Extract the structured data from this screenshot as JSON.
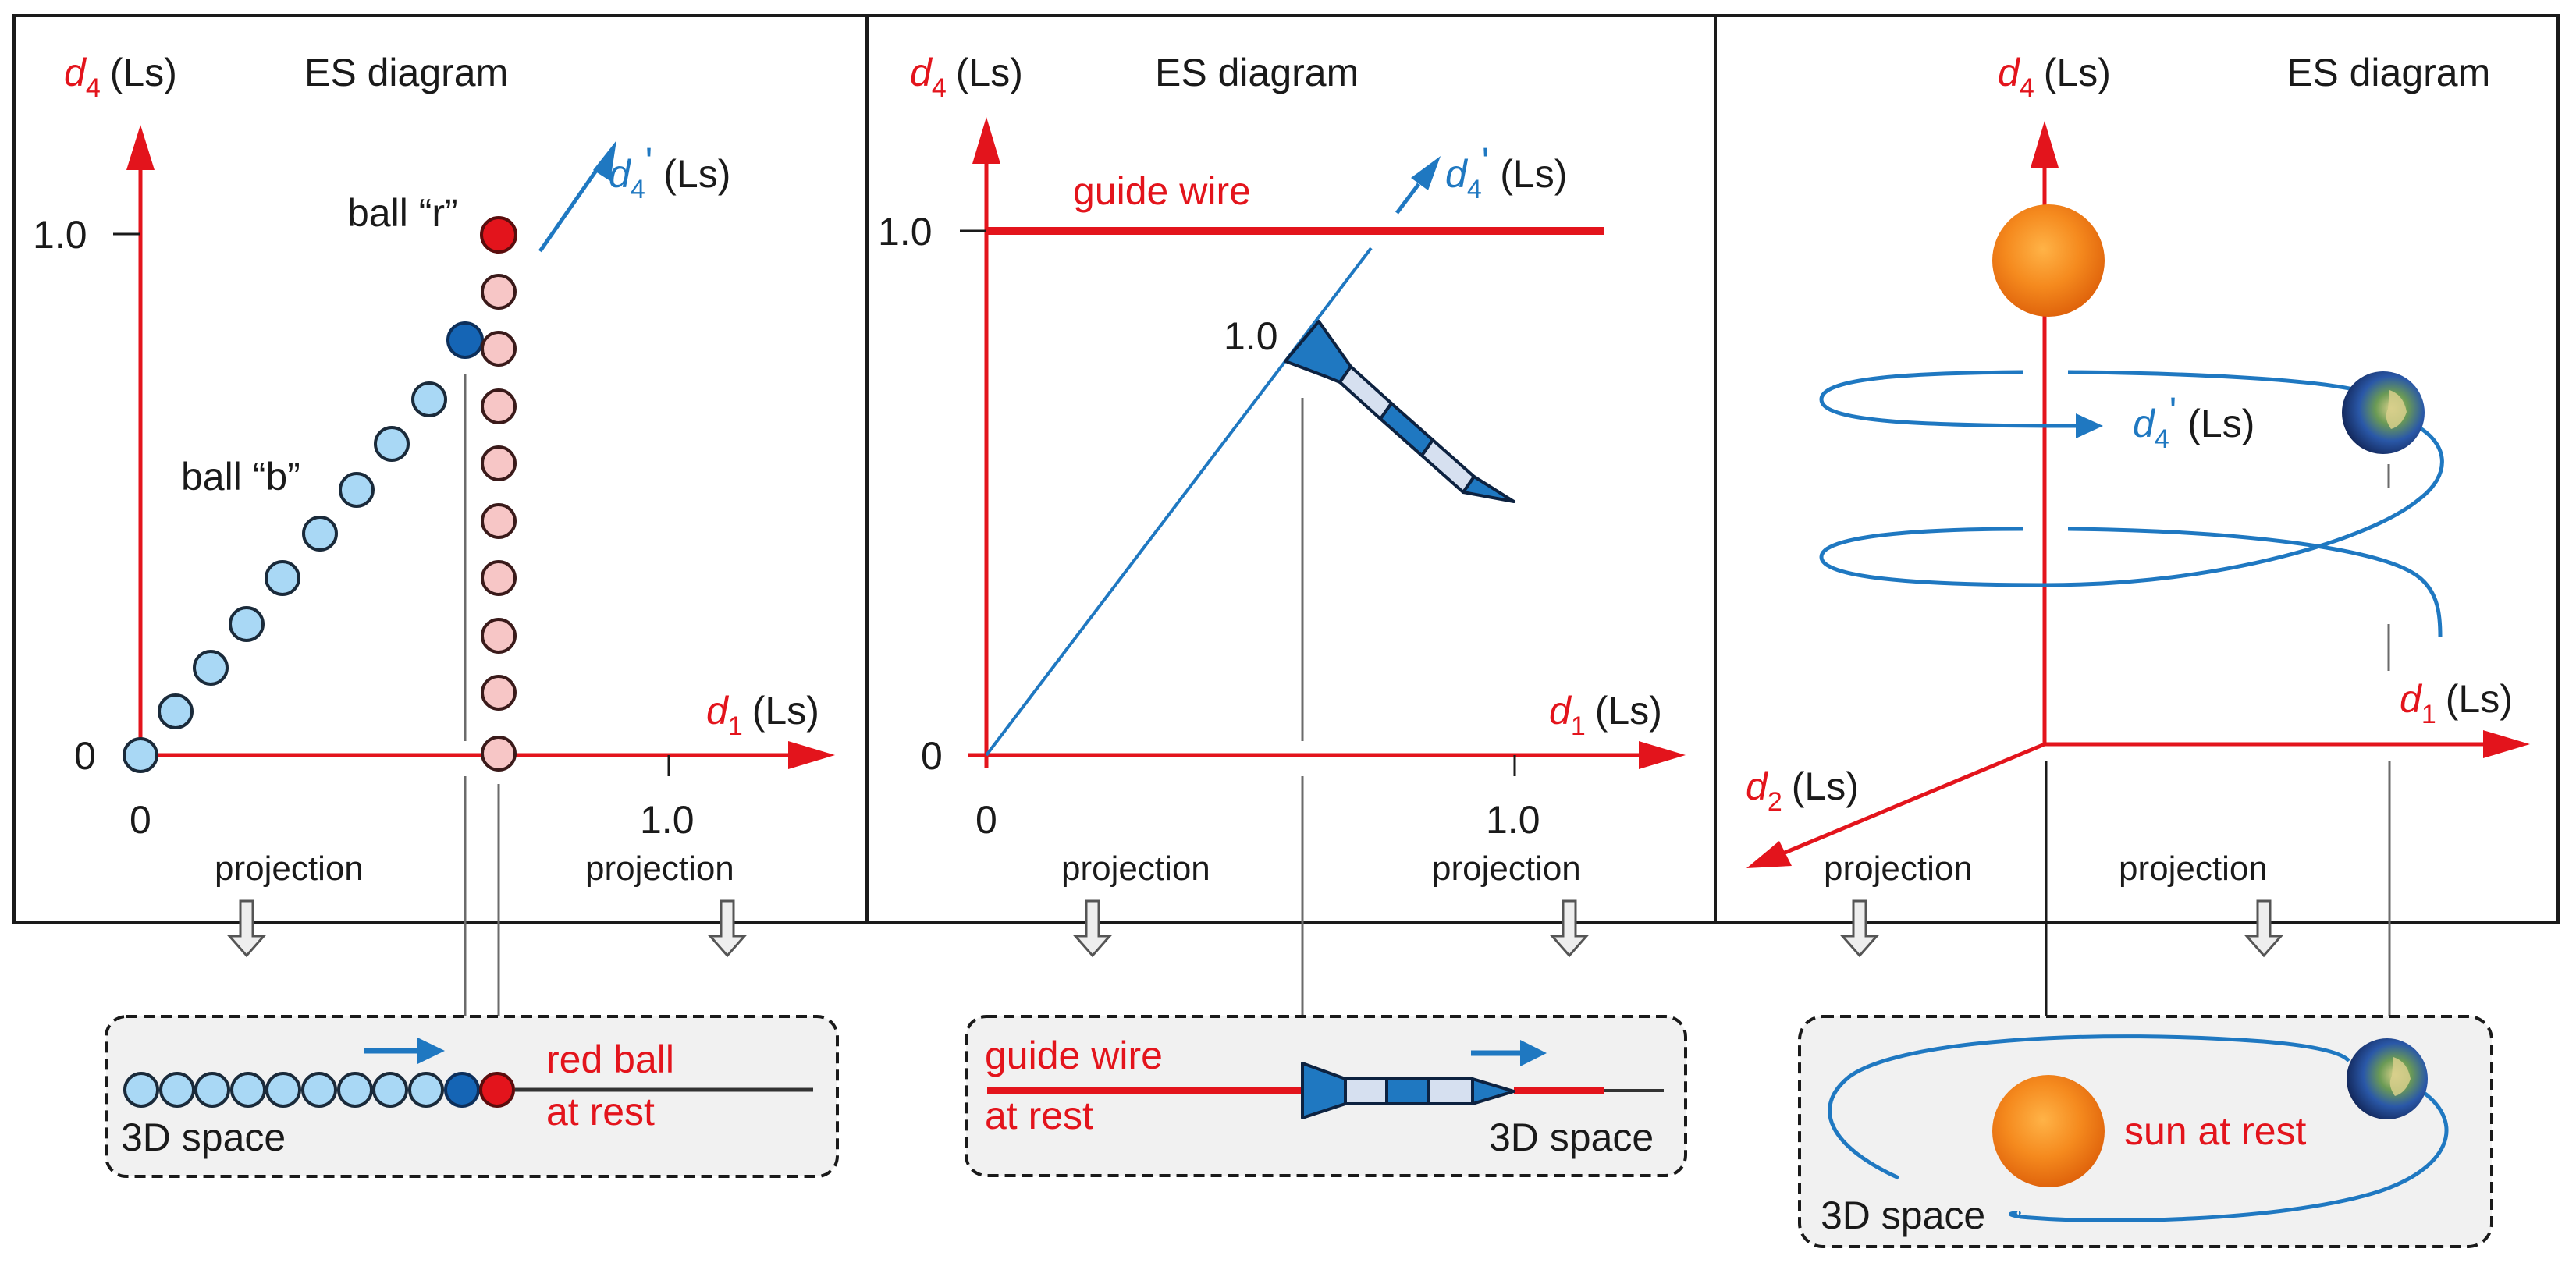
{
  "figure": {
    "panels": [
      {
        "id": "balls",
        "title": "ES diagram",
        "axes": {
          "vertical": {
            "symbol": "d",
            "subscript": "4",
            "unit": "(Ls)"
          },
          "horizontal": {
            "symbol": "d",
            "subscript": "1",
            "unit": "(Ls)"
          },
          "tilted": {
            "symbol": "d",
            "subscript": "4",
            "prime": "'",
            "unit": "(Ls)"
          }
        },
        "ticks": {
          "y_zero": "0",
          "y_one": "1.0",
          "x_zero": "0",
          "x_one": "1.0"
        },
        "labels": {
          "ball_r": "ball “r”",
          "ball_b": "ball “b”"
        },
        "projection_labels": [
          "projection",
          "projection"
        ],
        "space_box": {
          "label": "3D space",
          "note_line1": "red ball",
          "note_line2": "at rest"
        }
      },
      {
        "id": "dart",
        "title": "ES diagram",
        "axes": {
          "vertical": {
            "symbol": "d",
            "subscript": "4",
            "unit": "(Ls)"
          },
          "horizontal": {
            "symbol": "d",
            "subscript": "1",
            "unit": "(Ls)"
          },
          "tilted": {
            "symbol": "d",
            "subscript": "4",
            "prime": "'",
            "unit": "(Ls)"
          }
        },
        "ticks": {
          "y_zero": "0",
          "y_one": "1.0",
          "x_zero": "0",
          "x_one": "1.0",
          "dart_one": "1.0"
        },
        "labels": {
          "guide_wire": "guide wire"
        },
        "projection_labels": [
          "projection",
          "projection"
        ],
        "space_box": {
          "label": "3D space",
          "note_line1": "guide wire",
          "note_line2": "at rest"
        }
      },
      {
        "id": "orbit",
        "title": "ES diagram",
        "axes": {
          "vertical": {
            "symbol": "d",
            "subscript": "4",
            "unit": "(Ls)"
          },
          "horizontal": {
            "symbol": "d",
            "subscript": "1",
            "unit": "(Ls)"
          },
          "depth": {
            "symbol": "d",
            "subscript": "2",
            "unit": "(Ls)"
          },
          "tilted": {
            "symbol": "d",
            "subscript": "4",
            "prime": "'",
            "unit": "(Ls)"
          }
        },
        "projection_labels": [
          "projection",
          "projection"
        ],
        "space_box": {
          "label": "3D space",
          "note": "sun at rest"
        }
      }
    ],
    "colors": {
      "axis_red": "#e3141c",
      "worldline_blue": "#1f78c1",
      "dark_blue_ball": "#1565b5",
      "light_blue_ball": "#a9d8f5",
      "pink_ball": "#f7c6c6",
      "red_ball": "#e3141c",
      "dart_light": "#d6e0f0",
      "box_fill": "#f1f1f1",
      "sun_orange": "#f28a1a",
      "earth_blue": "#1e3f8c"
    },
    "ball_series": {
      "blue_ball_count_es": 10,
      "pink_ball_count_es": 9,
      "balls_in_3d_space": 11
    }
  }
}
